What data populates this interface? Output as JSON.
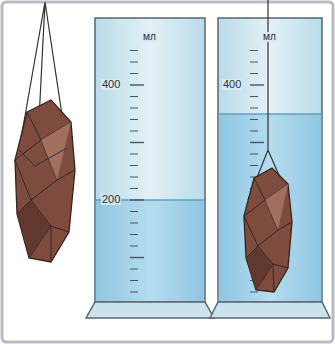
{
  "diagram": {
    "labels": [
      "мл",
      "400",
      "200",
      "мл",
      "400"
    ]
  }
}
